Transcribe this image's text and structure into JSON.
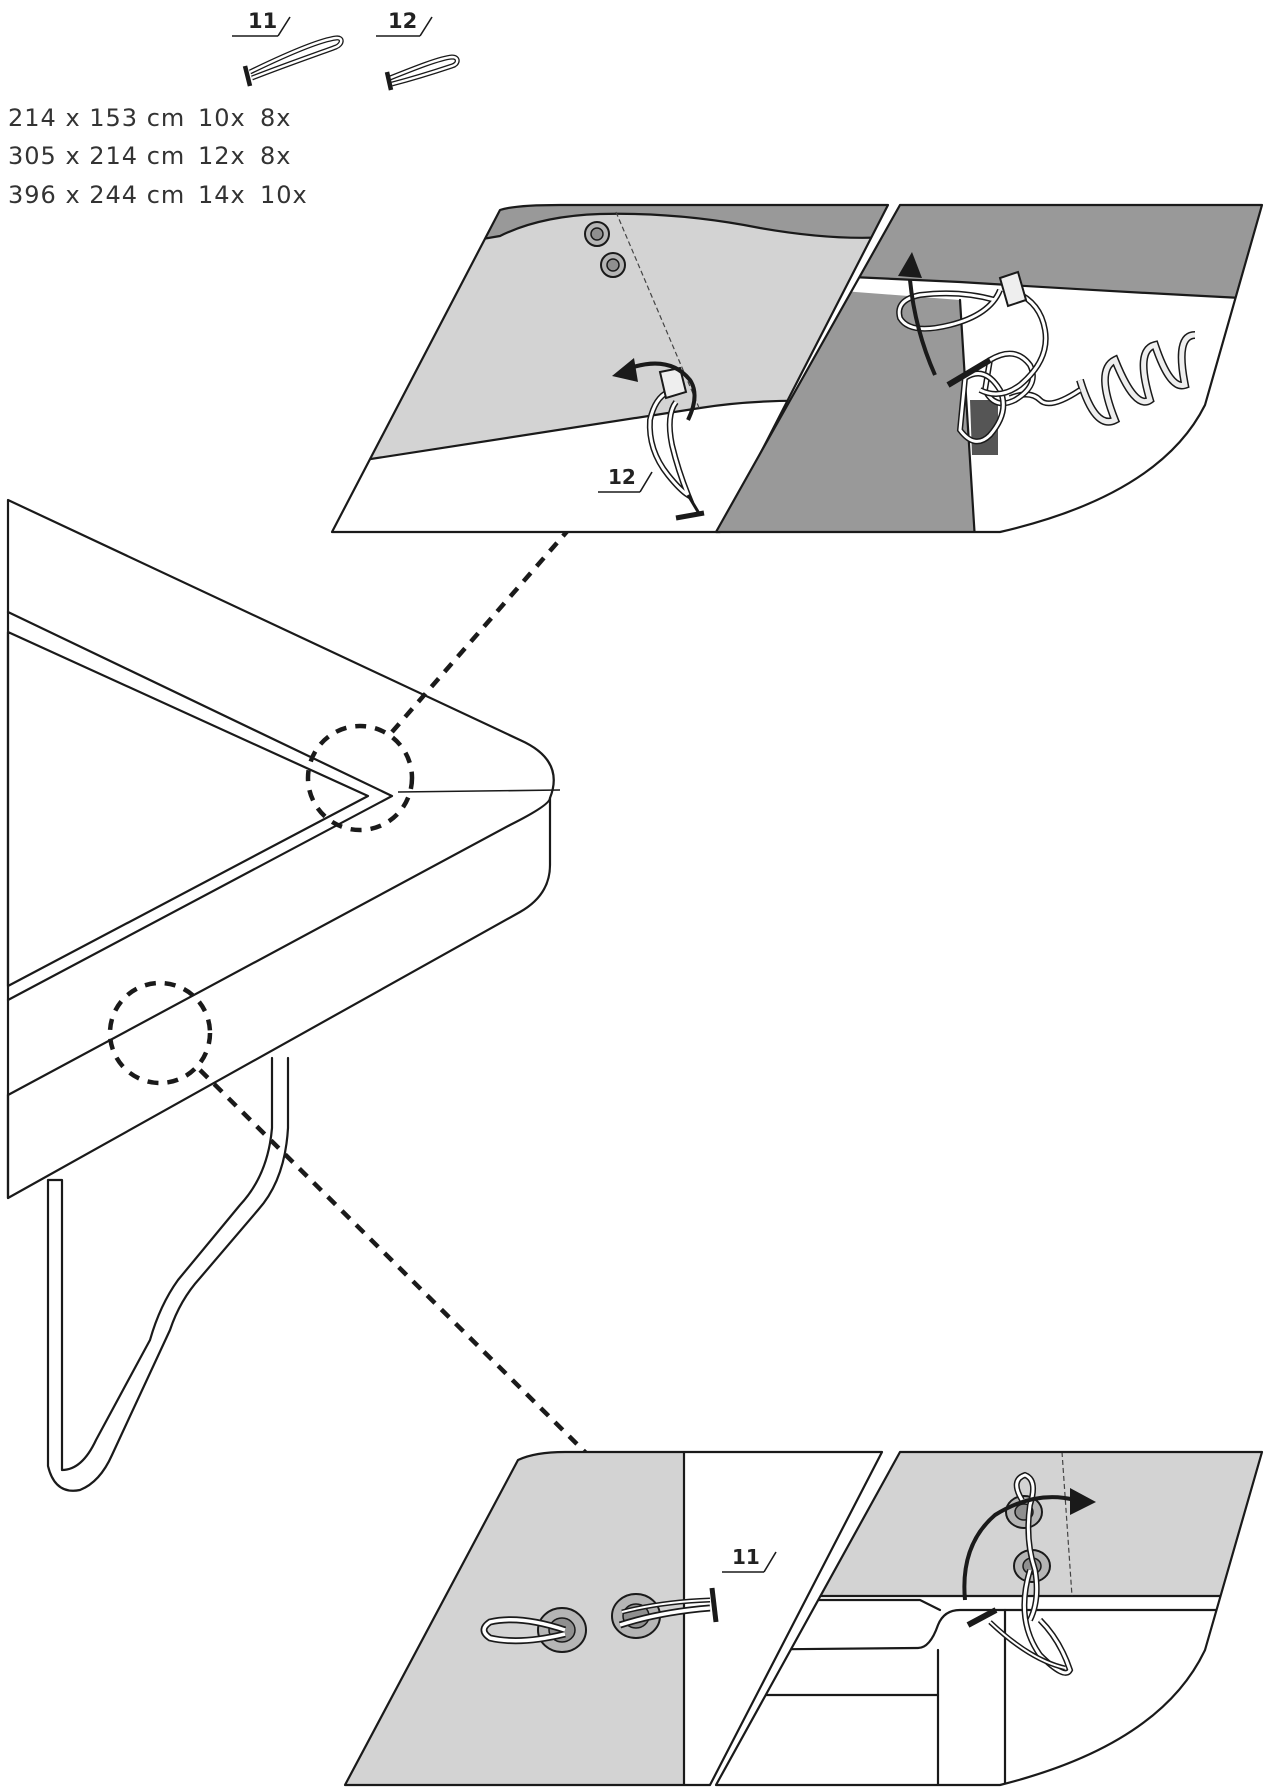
{
  "parts": [
    {
      "number": "11"
    },
    {
      "number": "12"
    }
  ],
  "size_table": [
    {
      "size": "214 x 153 cm",
      "qty_11": "10x",
      "qty_12": "8x"
    },
    {
      "size": "305 x 214 cm",
      "qty_11": "12x",
      "qty_12": "8x"
    },
    {
      "size": "396 x 244 cm",
      "qty_11": "14x",
      "qty_12": "10x"
    }
  ],
  "callouts": {
    "top_detail": "12",
    "bottom_detail": "11"
  },
  "colors": {
    "mat": "#8f8f8f",
    "pad_cover": "#d3d3d3",
    "outline": "#1a1a1a",
    "background": "#ffffff"
  }
}
